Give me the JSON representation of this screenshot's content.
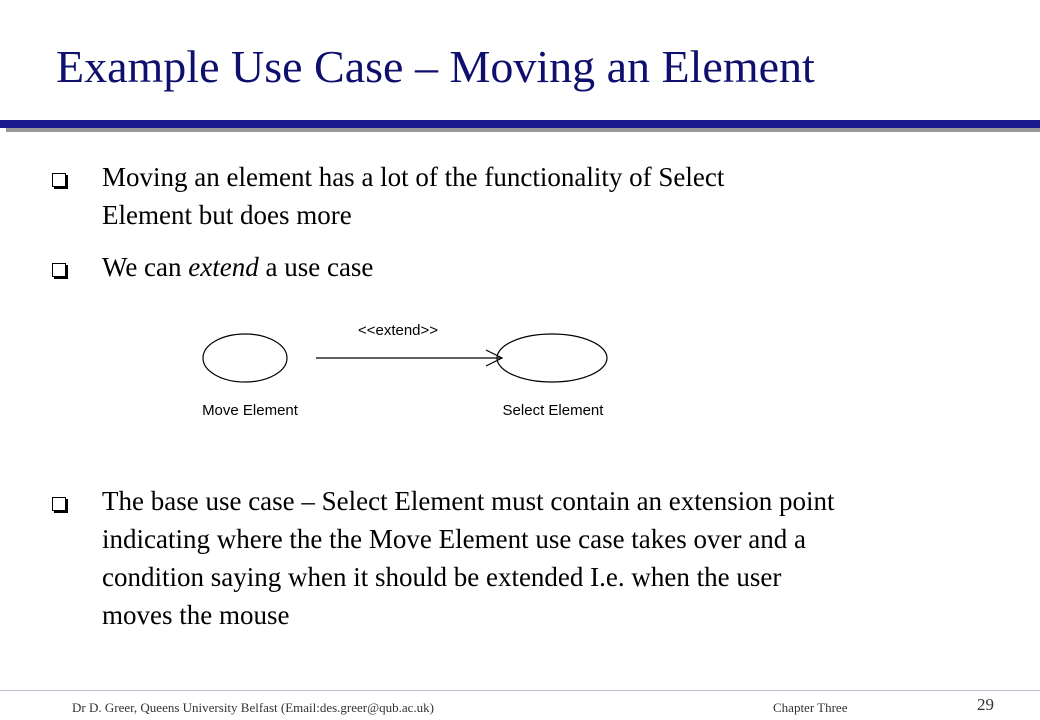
{
  "slide": {
    "title": "Example Use Case – Moving an Element",
    "bullets": [
      {
        "line1": "Moving an element has a lot of the functionality of Select",
        "line2": "Element but does more"
      },
      {
        "prefix": "We can ",
        "emph": "extend",
        "suffix": " a use case"
      },
      {
        "line1": "The base use case – Select Element must contain an extension point",
        "line2": "indicating where the the Move Element use case takes over and a",
        "line3": "condition saying when it should be extended I.e. when the user",
        "line4": "moves the mouse"
      }
    ],
    "diagram": {
      "relation_label": "<<extend>>",
      "source_label": "Move Element",
      "target_label": "Select Element"
    }
  },
  "footer": {
    "author": "Dr D. Greer, Queens University Belfast (Email:des.greer@qub.ac.uk)",
    "chapter": "Chapter Three",
    "page": "29"
  },
  "colors": {
    "title": "#0f0f6e",
    "rule": "#1a1a8c"
  }
}
